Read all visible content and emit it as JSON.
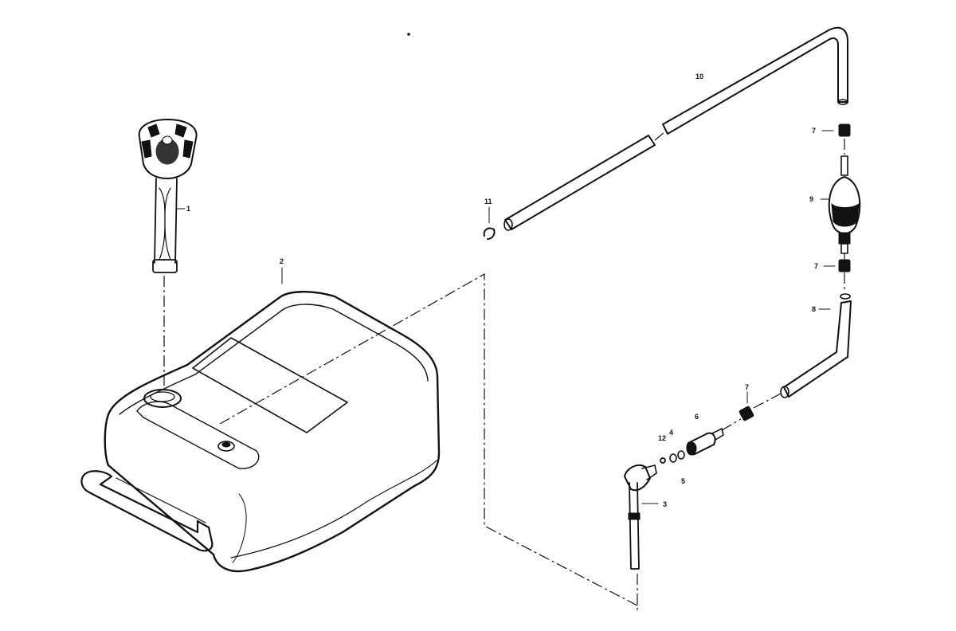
{
  "diagram": {
    "colors": {
      "ink": "#111111",
      "paper": "#ffffff"
    },
    "callouts": [
      {
        "id": "1",
        "text": "1",
        "part": "fuel-gauge"
      },
      {
        "id": "2",
        "text": "2",
        "part": "fuel-tank"
      },
      {
        "id": "3",
        "text": "3",
        "part": "pickup-tube"
      },
      {
        "id": "4",
        "text": "4",
        "part": "o-ring"
      },
      {
        "id": "5",
        "text": "5",
        "part": "o-ring-lower"
      },
      {
        "id": "6",
        "text": "6",
        "part": "fuel-connector"
      },
      {
        "id": "7a",
        "text": "7",
        "part": "hose-clamp-top"
      },
      {
        "id": "7b",
        "text": "7",
        "part": "hose-clamp-middle"
      },
      {
        "id": "7c",
        "text": "7",
        "part": "hose-clamp-lower"
      },
      {
        "id": "8",
        "text": "8",
        "part": "bent-fuel-hose"
      },
      {
        "id": "9",
        "text": "9",
        "part": "primer-bulb"
      },
      {
        "id": "10",
        "text": "10",
        "part": "fuel-line"
      },
      {
        "id": "11",
        "text": "11",
        "part": "clip"
      },
      {
        "id": "12",
        "text": "12",
        "part": "small-washer"
      }
    ]
  }
}
